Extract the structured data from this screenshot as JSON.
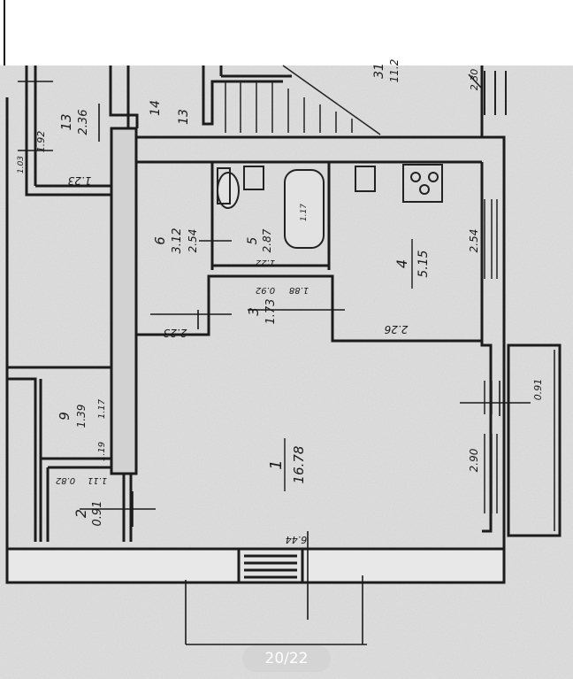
{
  "counter": "20/22",
  "rooms": [
    {
      "number": "1",
      "area": "16.78",
      "rot": 270
    },
    {
      "number": "2",
      "area": "0.91",
      "rot": 270
    },
    {
      "number": "3",
      "area": "1.73",
      "rot": 270
    },
    {
      "number": "4",
      "area": "5.15",
      "rot": 270
    },
    {
      "number": "5",
      "area": "2.87",
      "rot": 270
    },
    {
      "number": "6",
      "area": "3.12",
      "rot": 270
    },
    {
      "number": "9",
      "area": "1.39",
      "rot": 270
    },
    {
      "number": "13",
      "area": "2.36",
      "rot": 270
    },
    {
      "number": "14",
      "area": "",
      "rot": 270
    },
    {
      "number": "13",
      "area": "",
      "rot": 270
    },
    {
      "number": "31",
      "area": "11.2",
      "rot": 270
    }
  ],
  "dimensions": [
    "2.90",
    "2.54",
    "2.26",
    "2.54",
    "1.23",
    "2.23",
    "1.92",
    "1.03",
    "1.19",
    "1.17",
    "1.11",
    "0.82",
    "1.88",
    "0.92",
    "1.22",
    "1.17",
    "2.30",
    "6.44",
    "0.91"
  ]
}
